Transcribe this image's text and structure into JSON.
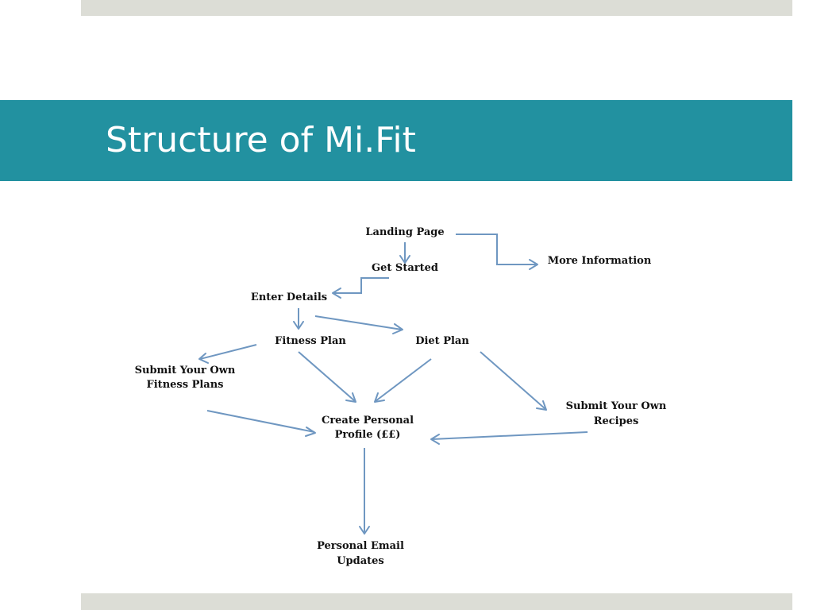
{
  "slide": {
    "title": "Structure of Mi.Fit"
  },
  "diagram": {
    "nodes": [
      {
        "id": "landing",
        "lines": [
          "Landing Page"
        ]
      },
      {
        "id": "get_started",
        "lines": [
          "Get Started"
        ]
      },
      {
        "id": "more_info",
        "lines": [
          "More Information"
        ]
      },
      {
        "id": "enter_details",
        "lines": [
          "Enter Details"
        ]
      },
      {
        "id": "fitness_plan",
        "lines": [
          "Fitness Plan"
        ]
      },
      {
        "id": "diet_plan",
        "lines": [
          "Diet Plan"
        ]
      },
      {
        "id": "submit_fitness",
        "lines": [
          "Submit Your Own",
          "Fitness Plans"
        ]
      },
      {
        "id": "create_profile",
        "lines": [
          "Create Personal",
          "Profile (££)"
        ]
      },
      {
        "id": "submit_recipes",
        "lines": [
          "Submit Your Own",
          "Recipes"
        ]
      },
      {
        "id": "email_updates",
        "lines": [
          "Personal Email",
          "Updates"
        ]
      }
    ],
    "edges": [
      {
        "from": "landing",
        "to": "get_started"
      },
      {
        "from": "landing",
        "to": "more_info"
      },
      {
        "from": "get_started",
        "to": "enter_details"
      },
      {
        "from": "enter_details",
        "to": "fitness_plan"
      },
      {
        "from": "enter_details",
        "to": "diet_plan"
      },
      {
        "from": "fitness_plan",
        "to": "submit_fitness"
      },
      {
        "from": "fitness_plan",
        "to": "create_profile"
      },
      {
        "from": "diet_plan",
        "to": "create_profile"
      },
      {
        "from": "diet_plan",
        "to": "submit_recipes"
      },
      {
        "from": "submit_fitness",
        "to": "create_profile"
      },
      {
        "from": "submit_recipes",
        "to": "create_profile"
      },
      {
        "from": "create_profile",
        "to": "email_updates"
      }
    ]
  },
  "colors": {
    "title_bar": "#2291a0",
    "bands": "#dcddd6",
    "arrows": "#6f97c1"
  }
}
